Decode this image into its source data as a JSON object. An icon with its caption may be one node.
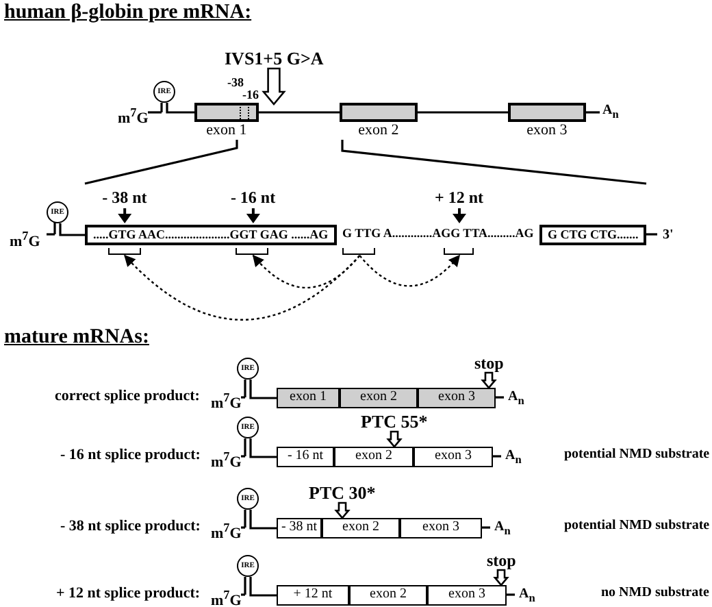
{
  "diagram": {
    "title": "human β-globin pre mRNA:",
    "nodes": [
      {
        "text": [
          "IRE"
        ],
        "beside": [
          "m$^{7}$G"
        ]
      },
      {
        "text": [
          "exon 1"
        ]
      },
      {
        "text": [
          "exon 2"
        ]
      },
      {
        "text": [
          "exon 3"
        ],
        "beside": [
          "A$_{n}$"
        ]
      },
      {
        "text": [
          "IRE"
        ],
        "beside": [
          "m$^{7}$G"
        ]
      },
      {
        "text": [
          ".....GTG AAC.....................GGT GAG ......AG"
        ]
      },
      {
        "text": [
          "G CTG CTG......."
        ],
        "beside": [
          "3'"
        ]
      },
      {
        "text": [],
        "shape": "bracket"
      },
      {
        "text": [],
        "shape": "bracket"
      },
      {
        "text": [],
        "shape": "bracket"
      },
      {
        "text": [],
        "shape": "bracket"
      },
      {
        "text": [
          "IRE"
        ],
        "beside": [
          "m$^{7}$G"
        ]
      },
      {
        "text": [
          "exon 1"
        ]
      },
      {
        "text": [
          "exon 2"
        ]
      },
      {
        "text": [
          "exon 3"
        ],
        "beside": [
          "A$_{n}$"
        ]
      },
      {
        "text": [
          "IRE"
        ],
        "beside": [
          "m$^{7}$G"
        ]
      },
      {
        "text": [
          "- 16 nt"
        ]
      },
      {
        "text": [
          "exon 2"
        ]
      },
      {
        "text": [
          "exon 3"
        ],
        "beside": [
          "A$_{n}$"
        ]
      },
      {
        "text": [
          "IRE"
        ],
        "beside": [
          "m$^{7}$G"
        ]
      },
      {
        "text": [
          "- 38 nt"
        ]
      },
      {
        "text": [
          "exon 2"
        ]
      },
      {
        "text": [
          "exon 3"
        ],
        "beside": [
          "A$_{n}$"
        ]
      },
      {
        "text": [
          "IRE"
        ],
        "beside": [
          "m$^{7}$G"
        ]
      },
      {
        "text": [
          "+ 12 nt"
        ]
      },
      {
        "text": [
          "exon 2"
        ]
      },
      {
        "text": [
          "exon 3"
        ],
        "beside": [
          "A$_{n}$"
        ]
      },
      {
        "text": [
          "IVS1+5 G>A"
        ]
      },
      {
        "text": [
          "stop"
        ]
      },
      {
        "text": [
          "PTC 55*"
        ]
      },
      {
        "text": [
          "PTC 30*"
        ]
      },
      {
        "text": [
          "stop"
        ]
      }
    ],
    "edges": [
      {
        "from": 0,
        "to": 1,
        "arrow": "none"
      },
      {
        "from": 1,
        "to": 2,
        "arrow": "none"
      },
      {
        "from": 2,
        "to": 3,
        "arrow": "none"
      },
      {
        "from": 4,
        "to": 5,
        "arrow": "none"
      },
      {
        "from": 9,
        "to": 7,
        "arrow": "to",
        "style": "dashed"
      },
      {
        "from": 9,
        "to": 8,
        "arrow": "to",
        "style": "dashed"
      },
      {
        "from": 9,
        "to": 10,
        "arrow": "to",
        "style": "dashed"
      },
      {
        "from": 11,
        "to": 12,
        "arrow": "none"
      },
      {
        "from": 15,
        "to": 16,
        "arrow": "none"
      },
      {
        "from": 19,
        "to": 20,
        "arrow": "none"
      },
      {
        "from": 23,
        "to": 24,
        "arrow": "none"
      },
      {
        "from": 27,
        "to": null,
        "arrow": "to"
      },
      {
        "from": 28,
        "to": 14,
        "arrow": "to"
      },
      {
        "from": 29,
        "to": 17,
        "arrow": "to"
      },
      {
        "from": 30,
        "to": 21,
        "arrow": "to"
      },
      {
        "from": 31,
        "to": 26,
        "arrow": "to"
      }
    ],
    "labels": [
      "-38",
      "-16",
      "- 38 nt",
      "- 16 nt",
      "+ 12 nt",
      "G TTG A.............AGG TTA.........AG",
      "mature mRNAs:",
      "correct splice product:",
      "- 16 nt splice product:",
      "potential NMD substrate",
      "- 38 nt splice product:",
      "potential NMD substrate",
      "+ 12 nt splice product:",
      "no NMD substrate"
    ]
  }
}
